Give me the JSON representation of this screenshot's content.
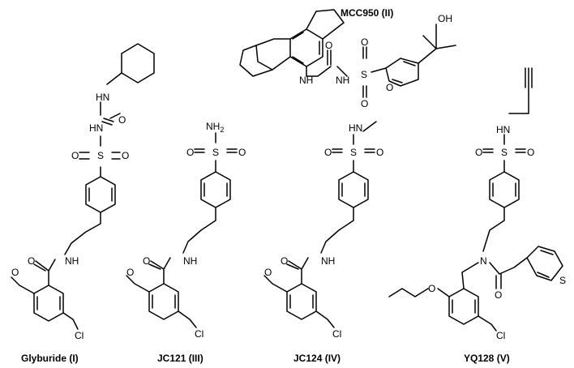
{
  "compounds": {
    "mcc950": {
      "name": "MCC950 (II)",
      "atoms": {
        "oh": "OH",
        "nh1": "NH",
        "nh2": "NH",
        "o_urea": "O",
        "s": "S",
        "o1": "O",
        "o2": "O",
        "o_ring": "O"
      }
    },
    "glyburide": {
      "name": "Glyburide (I)",
      "atoms": {
        "hn_top": "HN",
        "hn_mid": "HN",
        "o_urea": "O",
        "s": "S",
        "o1": "O",
        "o2": "O",
        "o_amide": "O",
        "nh": "NH",
        "o_methoxy": "O",
        "cl": "Cl"
      }
    },
    "jc121": {
      "name": "JC121 (III)",
      "atoms": {
        "nh2": "NH",
        "nh2_sub": "2",
        "s": "S",
        "o1": "O",
        "o2": "O",
        "o_amide": "O",
        "nh": "NH",
        "o_methoxy": "O",
        "cl": "Cl"
      }
    },
    "jc124": {
      "name": "JC124 (IV)",
      "atoms": {
        "hn": "HN",
        "s": "S",
        "o1": "O",
        "o2": "O",
        "o_amide": "O",
        "nh": "NH",
        "o_methoxy": "O",
        "cl": "Cl"
      }
    },
    "yq128": {
      "name": "YQ128 (V)",
      "atoms": {
        "hn": "HN",
        "s": "S",
        "o1": "O",
        "o2": "O",
        "n": "N",
        "o_amide": "O",
        "s_thiophene": "S",
        "o_propoxy": "O",
        "cl": "Cl"
      }
    }
  }
}
